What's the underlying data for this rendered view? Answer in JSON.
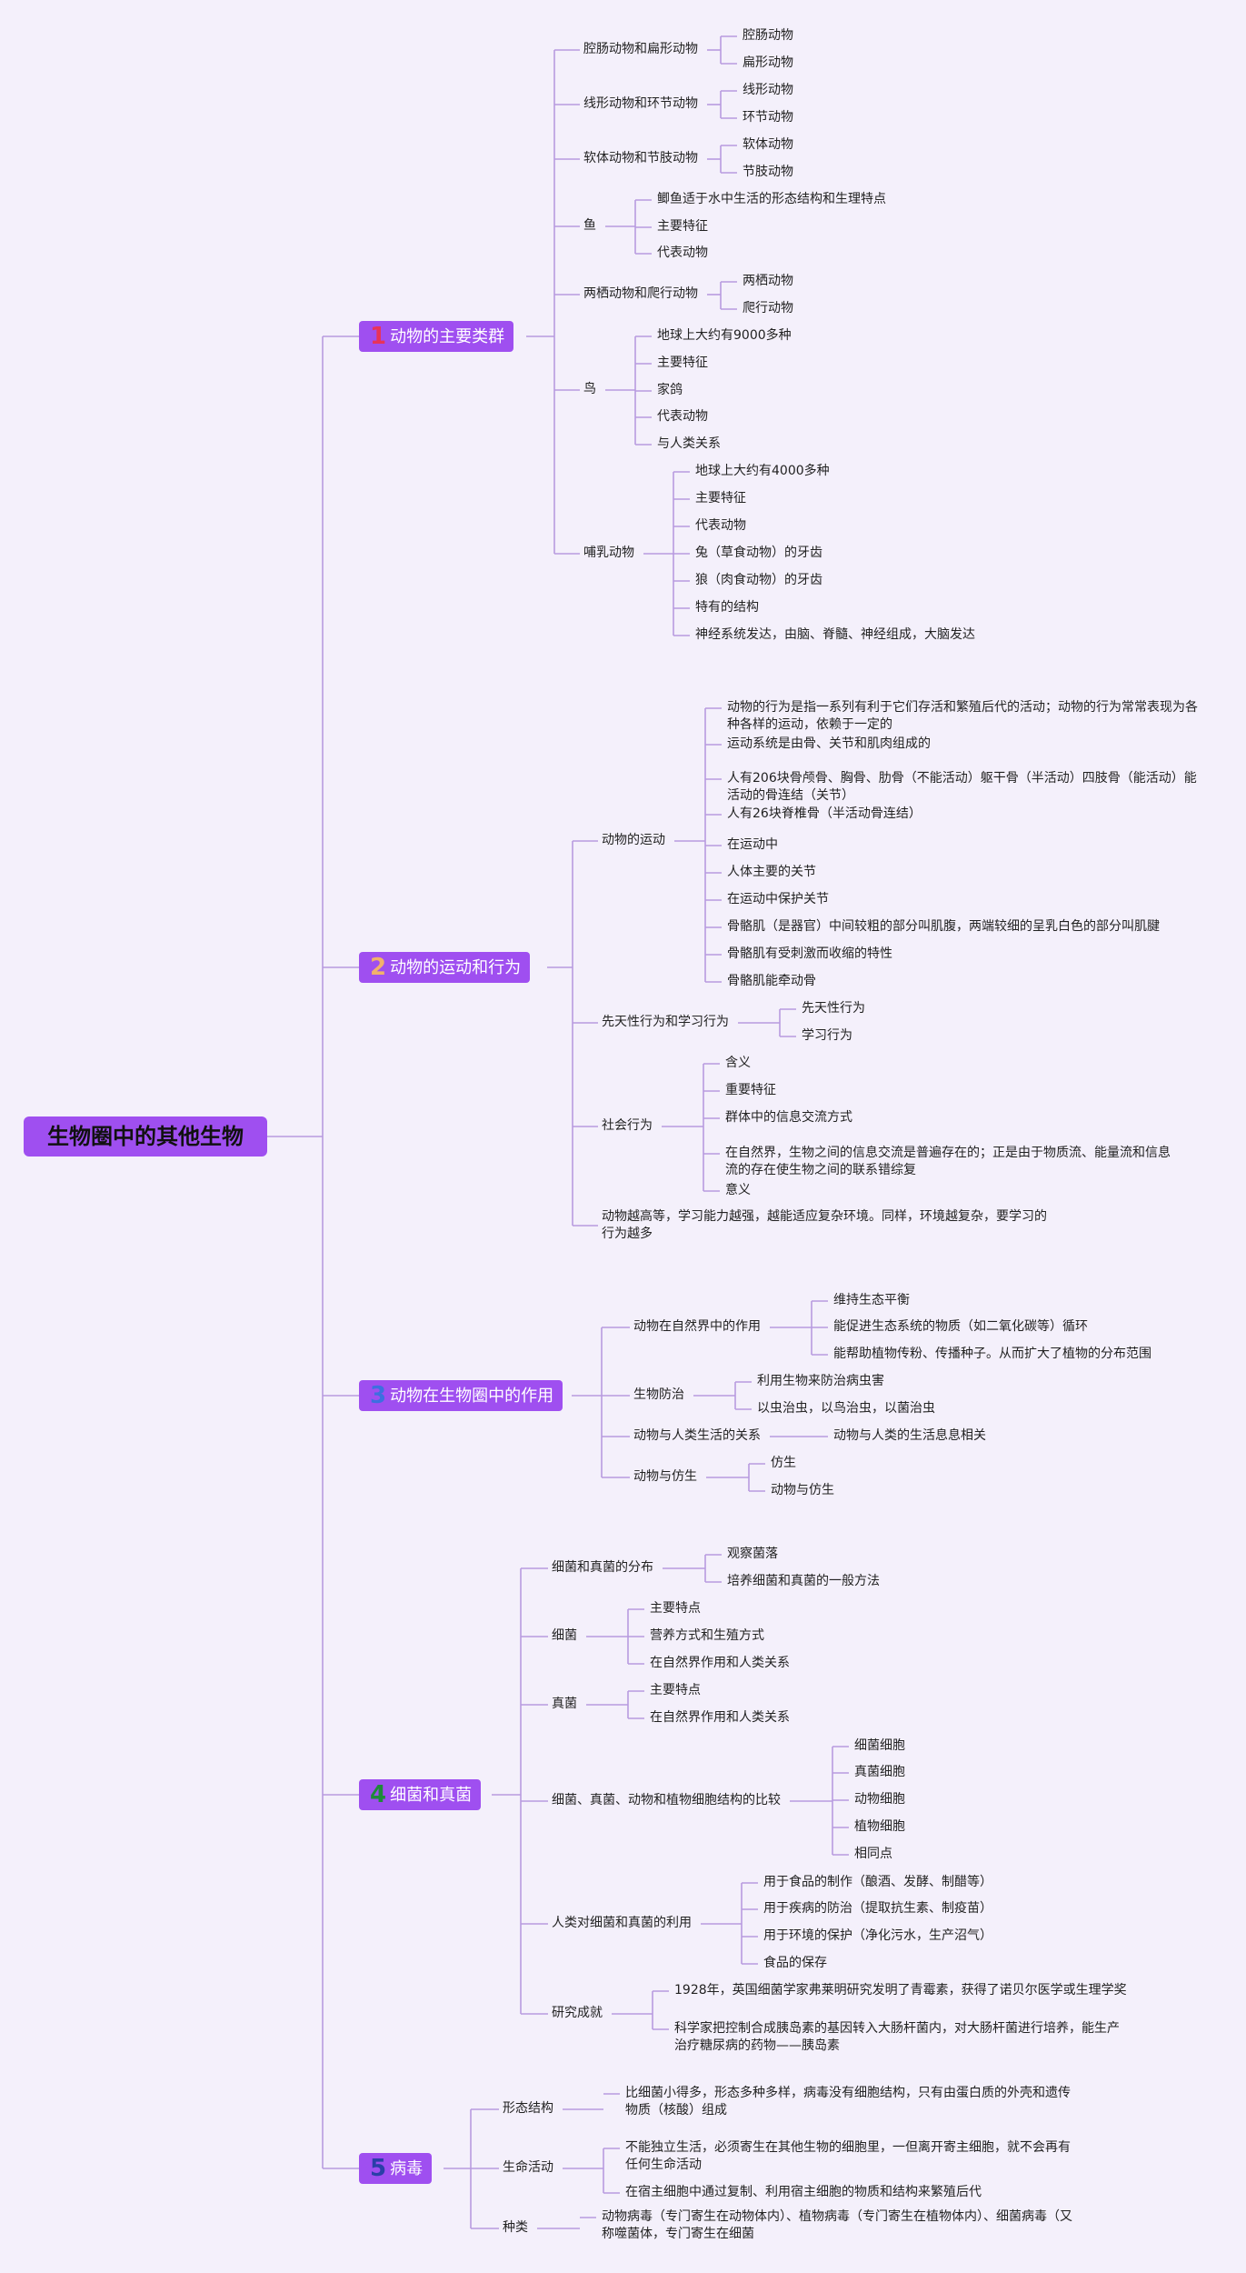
{
  "root": "生物圈中的其他生物",
  "colors": {
    "accent": "#9f4ff0",
    "line": "#b89be0",
    "background": "#f4f0fb"
  },
  "branches": [
    {
      "num": "1",
      "num_color": "#e8335a",
      "title": "动物的主要类群",
      "children": [
        {
          "label": "腔肠动物和扁形动物",
          "children": [
            "腔肠动物",
            "扁形动物"
          ]
        },
        {
          "label": "线形动物和环节动物",
          "children": [
            "线形动物",
            "环节动物"
          ]
        },
        {
          "label": "软体动物和节肢动物",
          "children": [
            "软体动物",
            "节肢动物"
          ]
        },
        {
          "label": "鱼",
          "children": [
            "鲫鱼适于水中生活的形态结构和生理特点",
            "主要特征",
            "代表动物"
          ]
        },
        {
          "label": "两栖动物和爬行动物",
          "children": [
            "两栖动物",
            "爬行动物"
          ]
        },
        {
          "label": "鸟",
          "children": [
            "地球上大约有9000多种",
            "主要特征",
            "家鸽",
            "代表动物",
            "与人类关系"
          ]
        },
        {
          "label": "哺乳动物",
          "children": [
            "地球上大约有4000多种",
            "主要特征",
            "代表动物",
            "兔（草食动物）的牙齿",
            "狼（肉食动物）的牙齿",
            "特有的结构",
            "神经系统发达，由脑、脊髓、神经组成，大脑发达"
          ]
        }
      ]
    },
    {
      "num": "2",
      "num_color": "#f2b16b",
      "title": "动物的运动和行为",
      "children": [
        {
          "label": "动物的运动",
          "children": [
            "动物的行为是指一系列有利于它们存活和繁殖后代的活动；动物的行为常常表现为各种各样的运动，依赖于一定的",
            "运动系统是由骨、关节和肌肉组成的",
            "人有206块骨颅骨、胸骨、肋骨（不能活动）躯干骨（半活动）四肢骨（能活动）能活动的骨连结（关节）",
            "人有26块脊椎骨（半活动骨连结）",
            "在运动中",
            "人体主要的关节",
            "在运动中保护关节",
            "骨骼肌（是器官）中间较粗的部分叫肌腹，两端较细的呈乳白色的部分叫肌腱",
            "骨骼肌有受刺激而收缩的特性",
            "骨骼肌能牵动骨"
          ]
        },
        {
          "label": "先天性行为和学习行为",
          "children": [
            "先天性行为",
            "学习行为"
          ]
        },
        {
          "label": "社会行为",
          "children": [
            "含义",
            "重要特征",
            "群体中的信息交流方式",
            "在自然界，生物之间的信息交流是普遍存在的；正是由于物质流、能量流和信息流的存在使生物之间的联系错综复",
            "意义"
          ]
        },
        {
          "label": "动物越高等，学习能力越强，越能适应复杂环境。同样，环境越复杂，要学习的行为越多",
          "children": []
        }
      ]
    },
    {
      "num": "3",
      "num_color": "#3d6fe0",
      "title": "动物在生物圈中的作用",
      "children": [
        {
          "label": "动物在自然界中的作用",
          "children": [
            "维持生态平衡",
            "能促进生态系统的物质（如二氧化碳等）循环",
            "能帮助植物传粉、传播种子。从而扩大了植物的分布范围"
          ]
        },
        {
          "label": "生物防治",
          "children": [
            "利用生物来防治病虫害",
            "以虫治虫，以鸟治虫，以菌治虫"
          ]
        },
        {
          "label": "动物与人类生活的关系",
          "children": [
            "动物与人类的生活息息相关"
          ]
        },
        {
          "label": "动物与仿生",
          "children": [
            "仿生",
            "动物与仿生"
          ]
        }
      ]
    },
    {
      "num": "4",
      "num_color": "#1f8a3a",
      "title": "细菌和真菌",
      "children": [
        {
          "label": "细菌和真菌的分布",
          "children": [
            "观察菌落",
            "培养细菌和真菌的一般方法"
          ]
        },
        {
          "label": "细菌",
          "children": [
            "主要特点",
            "营养方式和生殖方式",
            "在自然界作用和人类关系"
          ]
        },
        {
          "label": "真菌",
          "children": [
            "主要特点",
            "在自然界作用和人类关系"
          ]
        },
        {
          "label": "细菌、真菌、动物和植物细胞结构的比较",
          "children": [
            "细菌细胞",
            "真菌细胞",
            "动物细胞",
            "植物细胞",
            "相同点"
          ]
        },
        {
          "label": "人类对细菌和真菌的利用",
          "children": [
            "用于食品的制作（酿酒、发酵、制醋等）",
            "用于疾病的防治（提取抗生素、制疫苗）",
            "用于环境的保护（净化污水，生产沼气）",
            "食品的保存"
          ]
        },
        {
          "label": "研究成就",
          "children": [
            "1928年，英国细菌学家弗莱明研究发明了青霉素，获得了诺贝尔医学或生理学奖",
            "科学家把控制合成胰岛素的基因转入大肠杆菌内，对大肠杆菌进行培养，能生产治疗糖尿病的药物——胰岛素"
          ]
        }
      ]
    },
    {
      "num": "5",
      "num_color": "#2a3fa8",
      "title": "病毒",
      "children": [
        {
          "label": "形态结构",
          "children": [
            "比细菌小得多，形态多种多样，病毒没有细胞结构，只有由蛋白质的外壳和遗传物质（核酸）组成"
          ]
        },
        {
          "label": "生命活动",
          "children": [
            "不能独立生活，必须寄生在其他生物的细胞里，一但离开寄主细胞，就不会再有任何生命活动",
            "在宿主细胞中通过复制、利用宿主细胞的物质和结构来繁殖后代"
          ]
        },
        {
          "label": "种类",
          "children": [
            "动物病毒（专门寄生在动物体内）、植物病毒（专门寄生在植物体内）、细菌病毒（又称噬菌体，专门寄生在细菌"
          ]
        }
      ]
    }
  ]
}
